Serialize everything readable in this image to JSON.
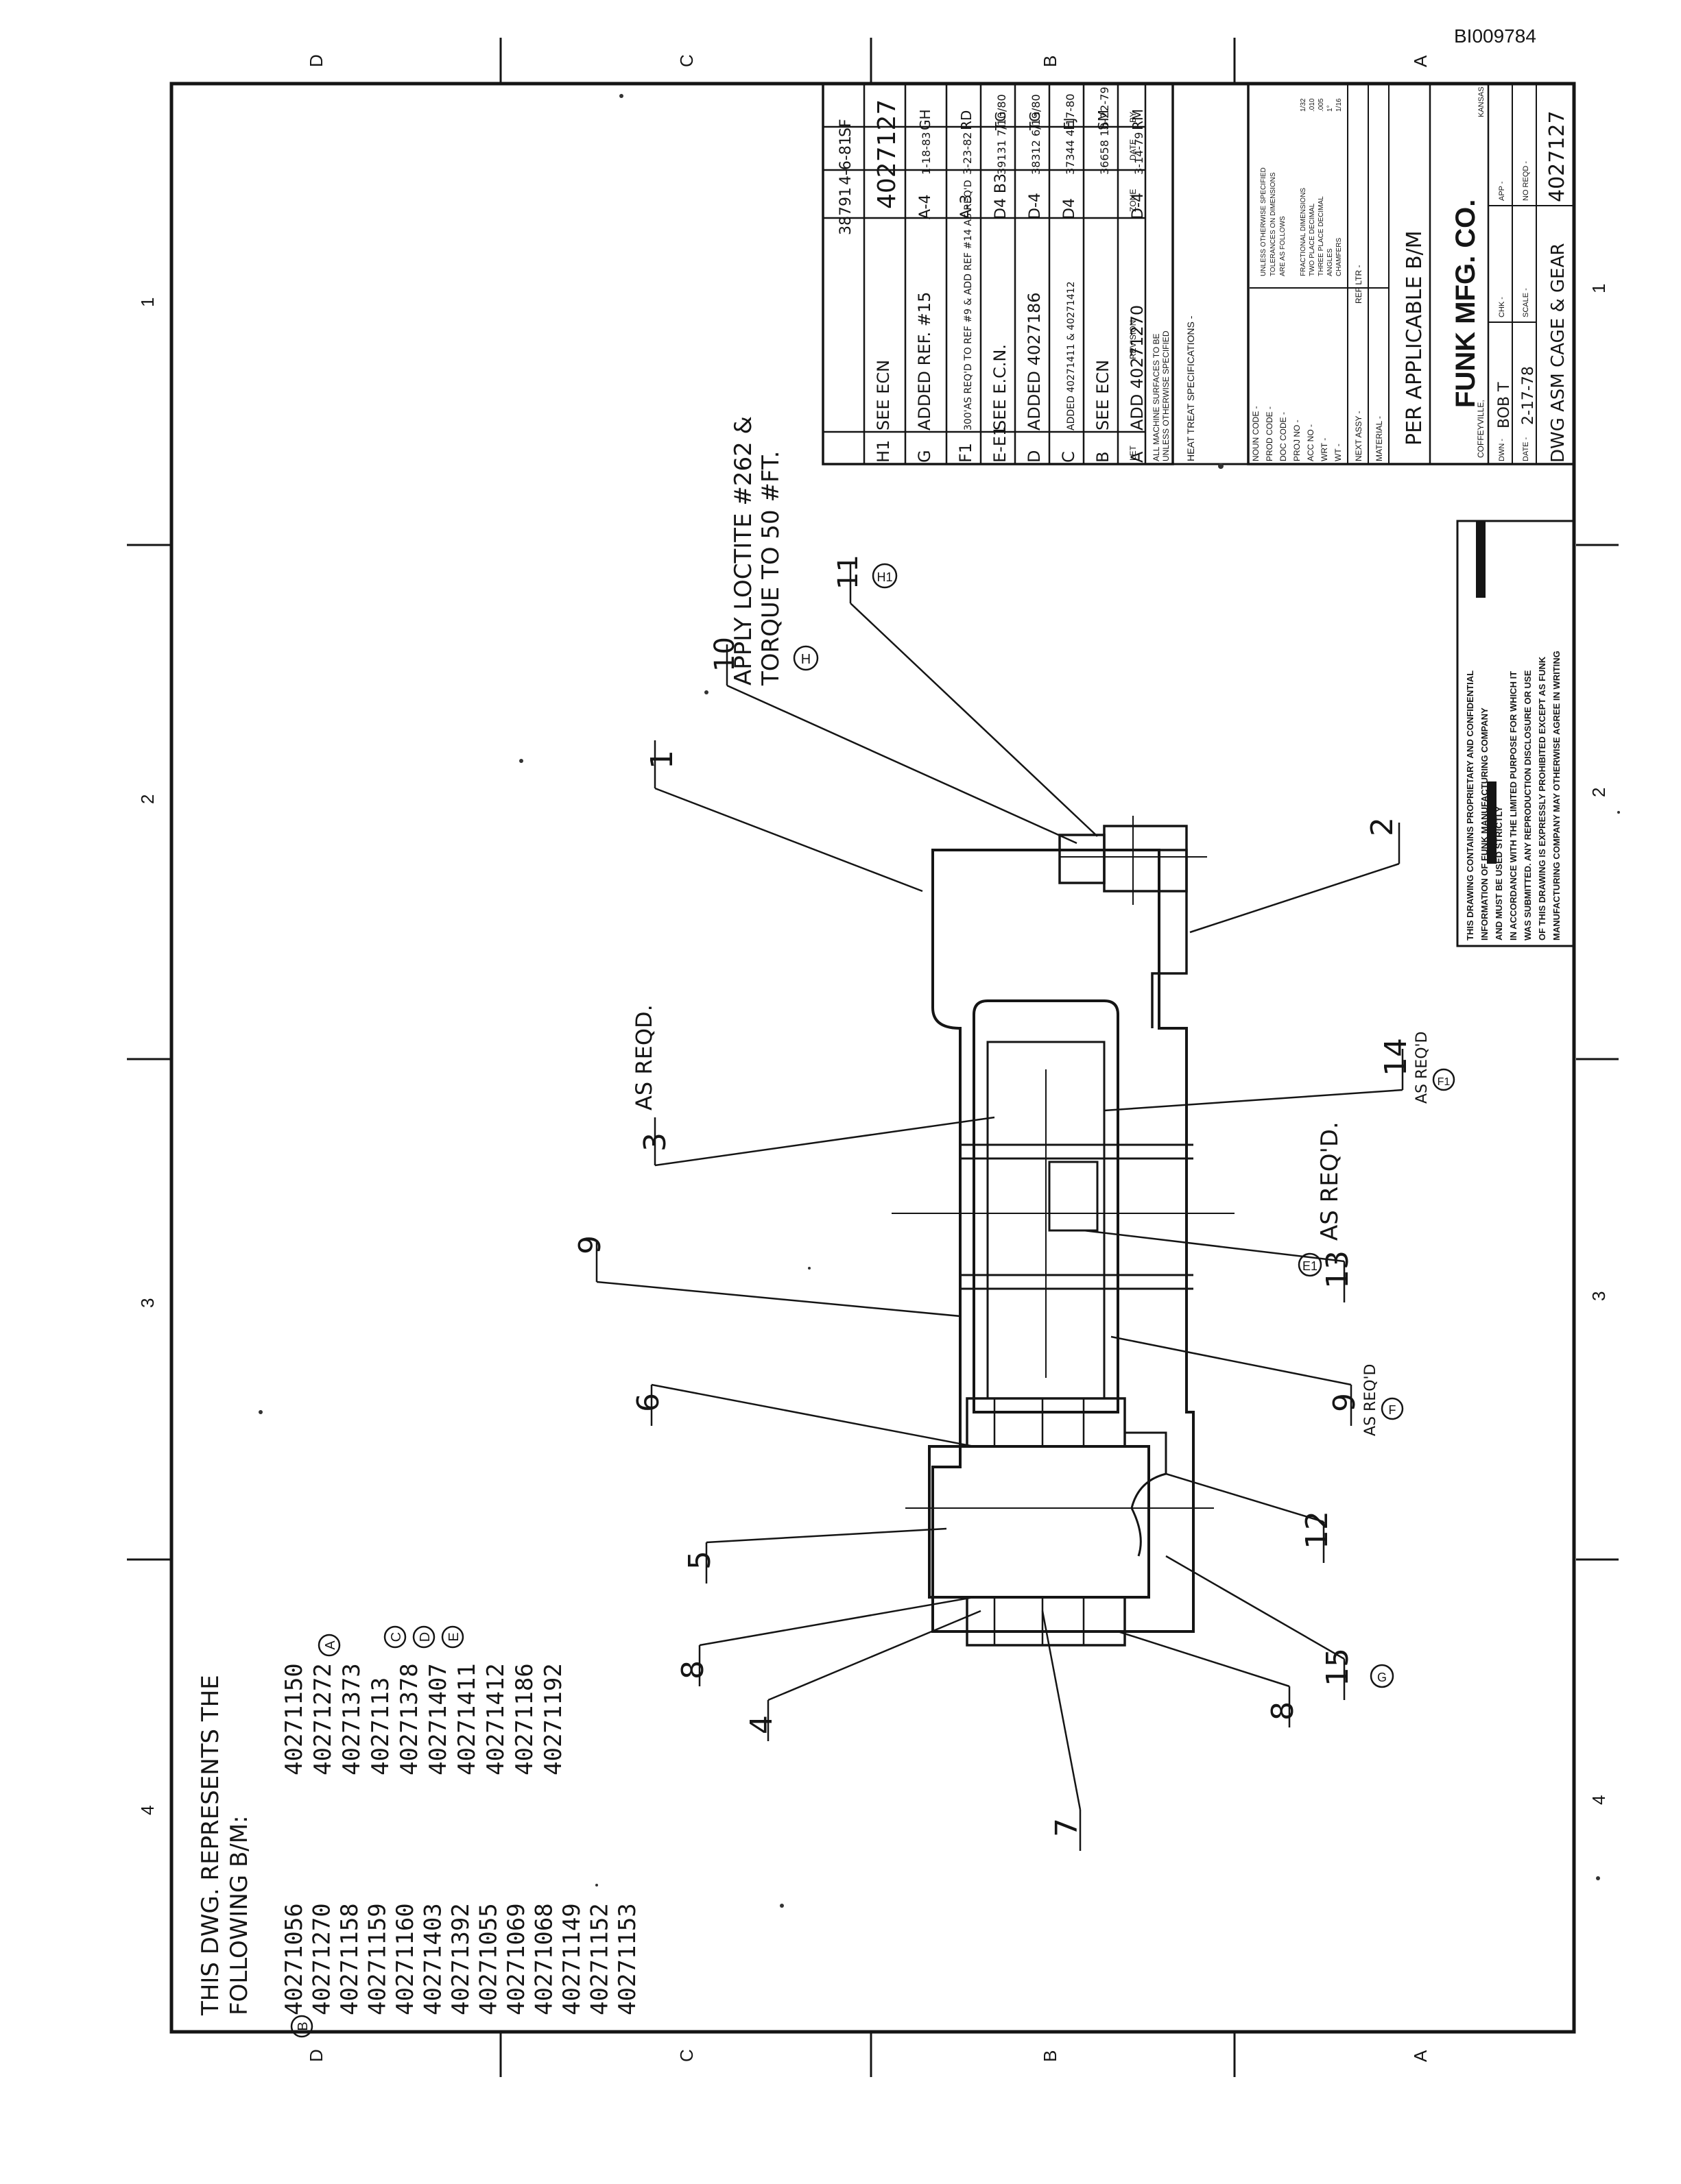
{
  "doc_id": "BI009784",
  "zone_letters_top": [
    "D",
    "C",
    "B",
    "A"
  ],
  "zone_letters_bottom": [
    "D",
    "C",
    "B",
    "A"
  ],
  "zone_numbers_left": [
    "1",
    "2",
    "3",
    "4"
  ],
  "zone_numbers_right": [
    "1",
    "2",
    "3",
    "4"
  ],
  "bom_note": {
    "heading_line1": "THIS DWG. REPRESENTS THE",
    "heading_line2": "FOLLOWING B/M:",
    "col1": [
      "40271056",
      "40271270",
      "40271158",
      "40271159",
      "40271160",
      "40271403",
      "40271392",
      "40271055",
      "40271069",
      "40271068",
      "40271149",
      "40271152",
      "40271153"
    ],
    "col2": [
      "40271150",
      "40271272",
      "40271373",
      "4027113",
      "40271378",
      "40271407",
      "40271411",
      "40271412",
      "40271186",
      "40271192"
    ],
    "markers": {
      "A": "A",
      "B": "B",
      "C": "C",
      "D": "D",
      "E": "E"
    }
  },
  "callouts": {
    "c1": "1",
    "c2": "2",
    "c3": "3",
    "c3_note": "AS REQD.",
    "c4": "4",
    "c5": "5",
    "c6": "6",
    "c7": "7",
    "c8a": "8",
    "c8b": "8",
    "c9a": "9",
    "c9b": "9",
    "c9b_note": "AS REQ'D",
    "c9b_rev": "F",
    "c10": "10",
    "c10_note1": "APPLY LOCTITE #262 &",
    "c10_note2": "TORQUE TO 50 #FT.",
    "c10_rev": "H",
    "c11": "11",
    "c11_rev": "H1",
    "c12": "12",
    "c13": "13",
    "c13_note": "AS REQ'D.",
    "c13_rev": "E1",
    "c14": "14",
    "c14_note": "AS REQ'D",
    "c14_rev": "F1",
    "c15": "15",
    "c15_rev": "G"
  },
  "revisions": [
    {
      "ltr": "H1",
      "desc": "SEE  ECN",
      "chg": "",
      "by": ""
    },
    {
      "ltr": "G",
      "desc": "ADDED REF. #15",
      "chg": "A-4",
      "date": "1-18-83",
      "by": "GH"
    },
    {
      "ltr": "F1",
      "desc": "300'AS REQ'D TO REF #9 & ADD REF #14 AS REQ'D",
      "chg": "A-3",
      "date": "3-23-82",
      "by": "RD"
    },
    {
      "ltr": "E-E1",
      "desc": "SEE  E.C.N.",
      "chg": "D4 B3",
      "date": "39131 7/10/80",
      "by": "TG"
    },
    {
      "ltr": "D",
      "desc": "ADDED 4027186",
      "chg": "D-4",
      "date": "38312 6/19/80",
      "by": "TG"
    },
    {
      "ltr": "C",
      "desc": "ADDED 40271411 & 40271412",
      "chg": "D4",
      "date": "37344 4-17-80",
      "by": "EJ"
    },
    {
      "ltr": "B",
      "desc": "SEE  ECN",
      "chg": "",
      "date": "36658 10-22-79",
      "by": "SM"
    },
    {
      "ltr": "A",
      "desc": "ADD 40271270",
      "chg": "D-4",
      "date": "3-14-79",
      "by": "RM"
    }
  ],
  "rev_header": {
    "ltr": "LET",
    "desc": "REVISION",
    "chg": "ZONE",
    "date": "DATE",
    "by": "BY"
  },
  "top_strip": {
    "c1": "38791",
    "c2": "4-6-81",
    "c3": "SF",
    "part": "4027127"
  },
  "title_block": {
    "machine_note1": "ALL MACHINE SURFACES TO BE",
    "machine_note2": "UNLESS OTHERWISE SPECIFIED",
    "heat_treat": "HEAT TREAT SPECIFICATIONS -",
    "noun_code": "NOUN CODE -",
    "prod_code": "PROD CODE -",
    "doc_code": "DOC CODE -",
    "proj_no": "PROJ NO -",
    "acc_no": "ACC NO -",
    "wrt": "WRT -",
    "wt": "WT -",
    "next_assy": "NEXT ASSY -",
    "ref_ltr": "REF LTR -",
    "material_label": "MATERIAL -",
    "material": "PER APPLICABLE B/M",
    "tol_header1": "UNLESS OTHERWISE SPECIFIED",
    "tol_header2": "TOLERANCES ON DIMENSIONS",
    "tol_header3": "ARE AS FOLLOWS",
    "tol_l1": "FRACTIONAL DIMENSIONS",
    "tol_l2": "TWO PLACE DECIMAL",
    "tol_l3": "THREE PLACE DECIMAL",
    "tol_l4": "ANGLES",
    "tol_l5": "CHAMFERS",
    "tol_v1": "1/32",
    "tol_v2": ".010",
    "tol_v3": ".005",
    "tol_v4": "1°",
    "tol_v5": "1/16",
    "company": "FUNK MFG. CO.",
    "city": "COFFEYVILLE,",
    "state": "KANSAS",
    "drawn_lbl": "DWN -",
    "drawn": "BOB T",
    "chk_lbl": "CHK -",
    "app_lbl": "APP -",
    "date_lbl": "DATE -",
    "date": "2-17-78",
    "scale_lbl": "SCALE -",
    "no_reqd": "NO REQD -",
    "dwg_title": "DWG  ASM CAGE & GEAR",
    "dwg_no": "4027127"
  },
  "confidential": [
    "THIS DRAWING CONTAINS PROPRIETARY AND CONFIDENTIAL",
    "INFORMATION OF FUNK MANUFACTURING COMPANY",
    "AND MUST BE USED STRICTLY",
    "IN ACCORDANCE WITH THE LIMITED PURPOSE FOR WHICH IT",
    "WAS SUBMITTED. ANY REPRODUCTION DISCLOSURE OR USE",
    "OF THIS DRAWING IS EXPRESSLY PROHIBITED EXCEPT AS FUNK",
    "MANUFACTURING COMPANY MAY OTHERWISE AGREE IN WRITING"
  ]
}
